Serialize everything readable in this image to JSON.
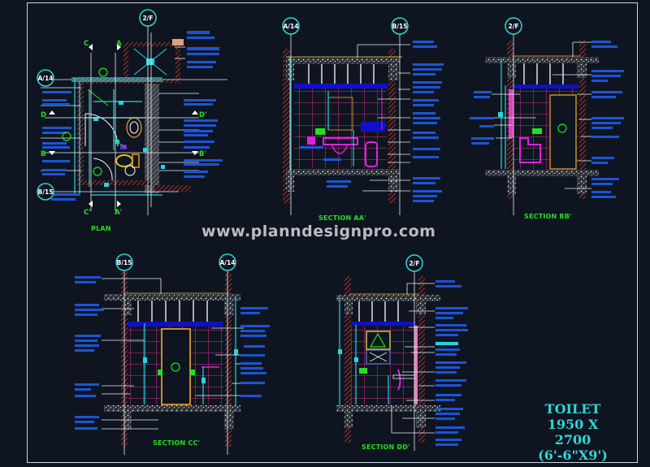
{
  "drawing": {
    "title": "TOILET",
    "size_mm": "1950 X 2700",
    "size_ft": "(6'-6\"X9')",
    "watermark": "www.planndesignpro.com",
    "background_color": "#0f1520",
    "colors": {
      "wall_hatch": "#c0505a",
      "concrete": "#cfd6de",
      "tile_grid": "#d0308a",
      "ceiling_band": "#1010c8",
      "plumbing": "#29d3e0",
      "door_frame": "#c88a2a",
      "labels": "#22e01e",
      "annotation_text": "#1a55d8",
      "title": "#2fd6d6"
    }
  },
  "views": [
    {
      "id": "plan",
      "label": "PLAN",
      "grid_tags": [
        "2/F",
        "A/14",
        "B/15"
      ],
      "section_markers": [
        "C",
        "A",
        "D",
        "D'",
        "B",
        "B'",
        "C'",
        "A'"
      ]
    },
    {
      "id": "section-aa",
      "label": "SECTION AA'",
      "grid_tags": [
        "A/14",
        "B/15"
      ]
    },
    {
      "id": "section-bb",
      "label": "SECTION BB'",
      "grid_tags": [
        "2/F"
      ]
    },
    {
      "id": "section-cc",
      "label": "SECTION CC'",
      "grid_tags": [
        "B/15",
        "A/14"
      ]
    },
    {
      "id": "section-dd",
      "label": "SECTION DD'",
      "grid_tags": [
        "2/F"
      ]
    }
  ]
}
